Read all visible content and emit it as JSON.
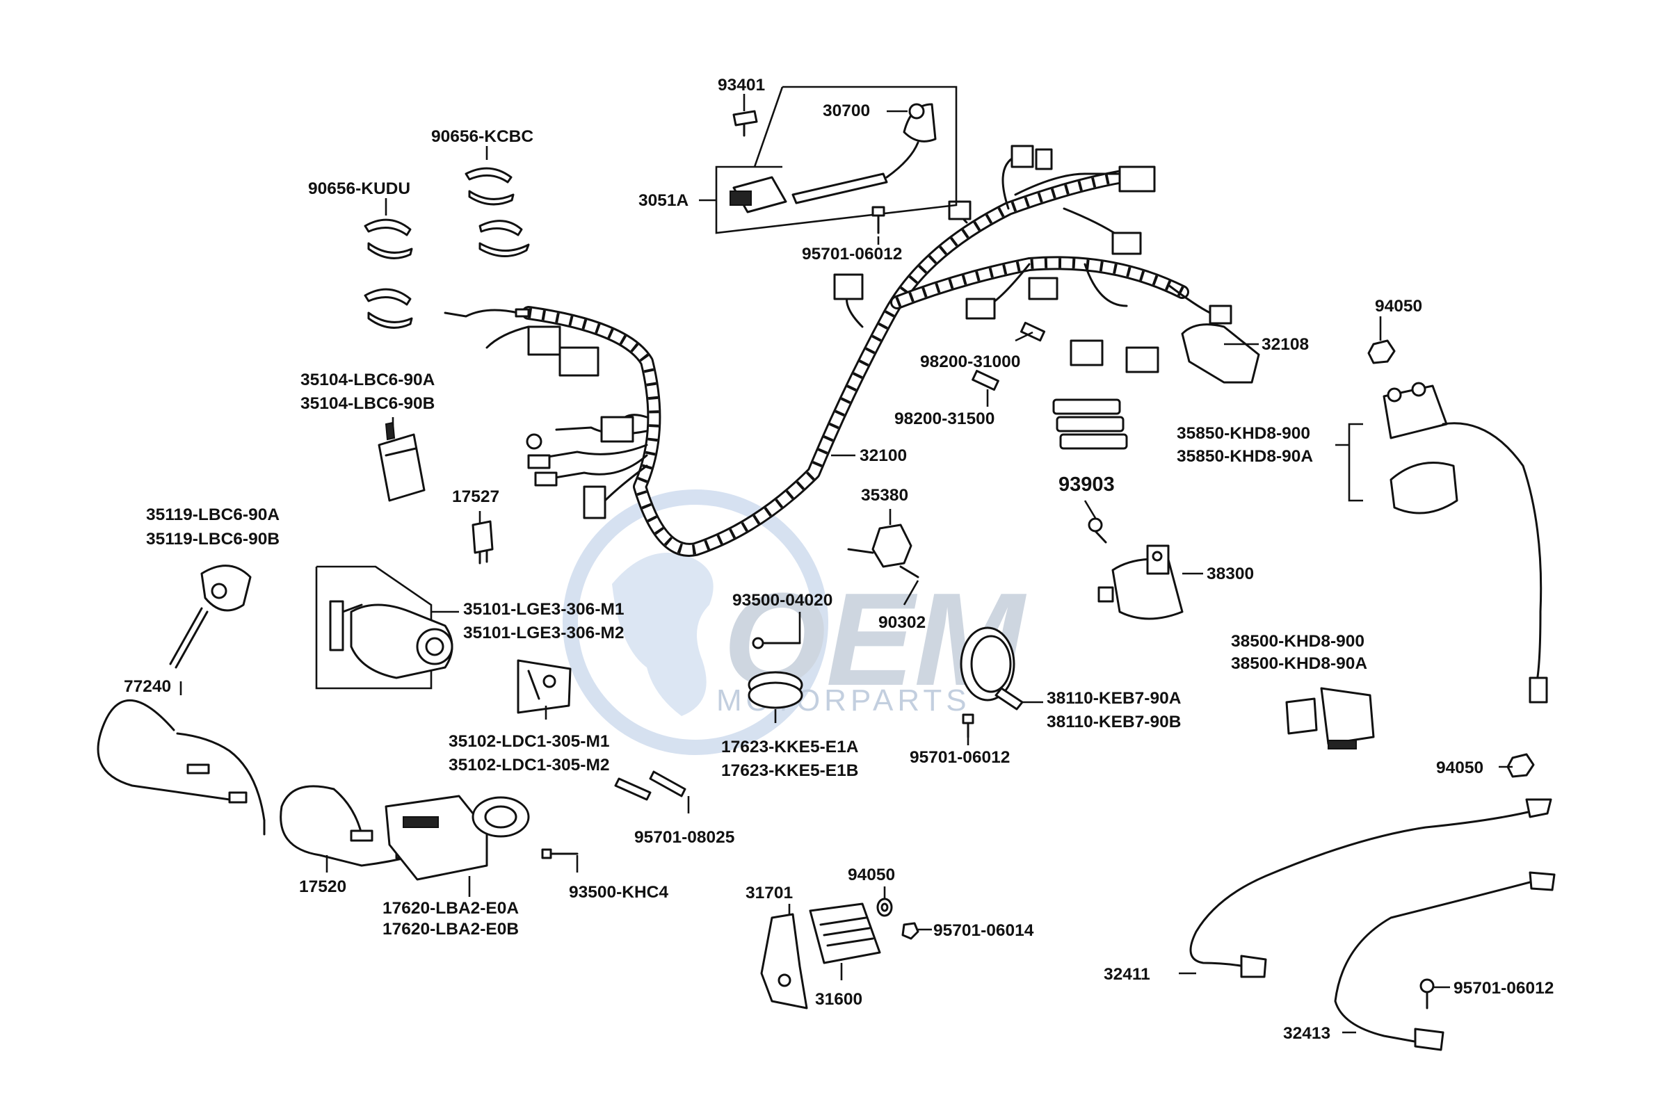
{
  "watermark": {
    "brand": "OEM",
    "subtitle": "MOTORPARTS",
    "colors": {
      "ring": "#c9d6ea",
      "brand": "#c6cfdb",
      "accent": "#8fb0d8"
    }
  },
  "labels": {
    "p93401": "93401",
    "p30700": "30700",
    "p3051a": "3051A",
    "p90656_kcbc": "90656-KCBC",
    "p90656_kudu": "90656-KUDU",
    "p95701_06012_top": "95701-06012",
    "p98200_31000": "98200-31000",
    "p32108": "32108",
    "p94050_top": "94050",
    "p98200_31500": "98200-31500",
    "p35104_a": "35104-LBC6-90A",
    "p35104_b": "35104-LBC6-90B",
    "p35850_a": "35850-KHD8-900",
    "p35850_b": "35850-KHD8-90A",
    "p32100": "32100",
    "p93903": "93903",
    "p17527": "17527",
    "p35380": "35380",
    "p35119_a": "35119-LBC6-90A",
    "p35119_b": "35119-LBC6-90B",
    "p38300": "38300",
    "p93500_04020": "93500-04020",
    "p35101_a": "35101-LGE3-306-M1",
    "p35101_b": "35101-LGE3-306-M2",
    "p90302": "90302",
    "p38500_a": "38500-KHD8-900",
    "p38500_b": "38500-KHD8-90A",
    "p77240": "77240",
    "p38110_a": "38110-KEB7-90A",
    "p38110_b": "38110-KEB7-90B",
    "p35102_a": "35102-LDC1-305-M1",
    "p35102_b": "35102-LDC1-305-M2",
    "p17623_a": "17623-KKE5-E1A",
    "p17623_b": "17623-KKE5-E1B",
    "p95701_06012_mid": "95701-06012",
    "p94050_right": "94050",
    "p95701_08025": "95701-08025",
    "p17520": "17520",
    "p93500_khc4": "93500-KHC4",
    "p31701": "31701",
    "p94050_bottom": "94050",
    "p17620_a": "17620-LBA2-E0A",
    "p17620_b": "17620-LBA2-E0B",
    "p95701_06014": "95701-06014",
    "p32411": "32411",
    "p95701_06012_bot": "95701-06012",
    "p31600": "31600",
    "p32413": "32413"
  }
}
